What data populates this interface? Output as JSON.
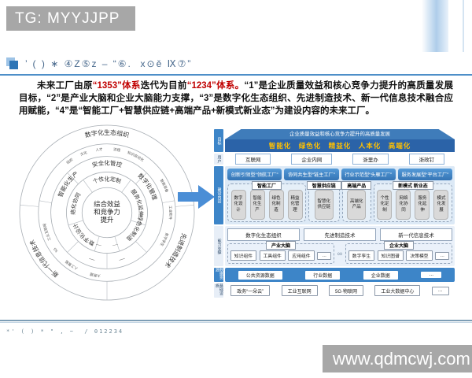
{
  "watermarks": {
    "top": "TG: MYYJJPP",
    "bottom": "www.qdmcwj.com"
  },
  "toolbar": {
    "symbols": "’ ( ) ∗ ④Z⑤z – “⑥.  x⊙ě Ⅸ⑦”"
  },
  "statusbar": {
    "text": "*' ( ) * \" , ~  / 012234"
  },
  "paragraph": {
    "p1": "未来工厂由原",
    "red1": "“1353”体系",
    "p2": "迭代为目前",
    "red2": "“1234”体系。",
    "p3": "“1”是企业质量效益和核心竞争力提升的高质量发展目标，“2”是产业大脑和企业大脑能力支撑，“3”是数字化生态组织、先进制造技术、新一代信息技术融合应用赋能，“4”是“智能工厂+智慧供应链+高端产品+新模式新业态”为建设内容的未来工厂。"
  },
  "circle": {
    "center_lines": [
      "综合效益",
      "和竞争力",
      "提升"
    ],
    "inner": [
      "网络化协同",
      "个性化定制",
      "服务化延伸",
      "绿色化制造",
      "—",
      "—",
      "数字化设计"
    ],
    "mid": [
      "智能化生产",
      "安全化管控",
      "数字化管理",
      "—",
      "—"
    ],
    "small": [
      "组织",
      "文化",
      "人才",
      "流程",
      "知识自动化",
      "智能装备",
      "工业软件",
      "数字孪生",
      "大数据",
      "人工智能",
      "5G",
      "工业互联网"
    ],
    "outer": [
      "数字化生态组织",
      "先进制造技术",
      "新一代信息技术"
    ]
  },
  "factory": {
    "title": "企业质量效益和核心竞争力提升的高质量发展",
    "subtitle": "智能化　绿色化　精益化　人本化　高端化",
    "sidebar": [
      "目标",
      "用户",
      "建设内容",
      "能力支撑",
      "数据资源",
      "基础设施"
    ],
    "networks": [
      "互联网",
      "企业内网",
      "浙里办",
      "浙政钉"
    ],
    "factory_types": [
      "创新引领型“领航工厂”",
      "协同共生型“链主工厂”",
      "行业示范型“头雁工厂”",
      "服务发展型“平台工厂”"
    ],
    "groups": [
      {
        "label": "智能工厂",
        "items": [
          "数字化设计",
          "智能化生产",
          "绿色化制造",
          "精益化管理"
        ]
      },
      {
        "label": "智慧供应链",
        "items": [
          "智慧化供应链"
        ]
      },
      {
        "label": "高端产品",
        "items": [
          "高端化产品"
        ]
      },
      {
        "label": "新模式 新业态",
        "items": [
          "个性化定制",
          "网络化协同",
          "服务化延伸",
          "模式化发展"
        ]
      }
    ],
    "tech_row": [
      "数字化生态组织",
      "先进制造技术",
      "新一代信息技术"
    ],
    "brains": [
      {
        "label": "产业大脑",
        "items": [
          "知识组件",
          "工具组件",
          "应用组件",
          "…"
        ]
      },
      {
        "label": "企业大脑",
        "items": [
          "数字孪生",
          "知识图谱",
          "决策模型",
          "…"
        ]
      }
    ],
    "link_glyph": "∞",
    "data_row": [
      "公共资源数据",
      "行业数据",
      "企业数据",
      "…"
    ],
    "infra_row": [
      "政务“一朵云”",
      "工业互联网",
      "5G·物联网",
      "工业大数据中心",
      "…"
    ]
  },
  "colors": {
    "accent_blue": "#3d85c8",
    "banner_gray": "#a7a7a7",
    "red_text": "#c00000",
    "gold_text": "#ffc000"
  }
}
